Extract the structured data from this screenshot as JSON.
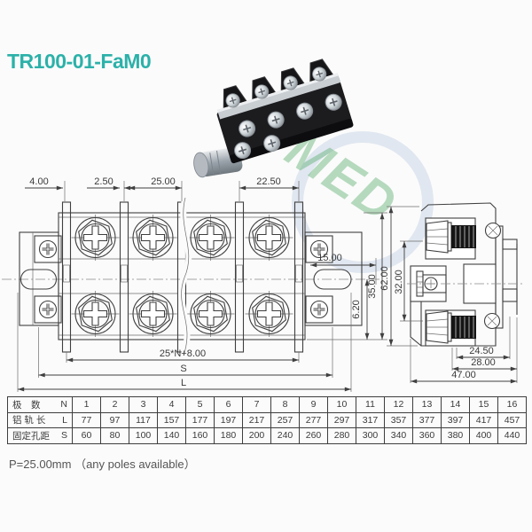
{
  "title": "TR100-01-FaM0",
  "title_color": "#2cb1a9",
  "watermark": {
    "text": "MED"
  },
  "front_view": {
    "dims": {
      "d_4": "4.00",
      "d_2_5": "2.50",
      "d_25": "25.00",
      "d_22_5": "22.50",
      "d_15": "15.00",
      "d_6_2": "6.20",
      "d_35": "35.00",
      "d_formula": "25*N+8.00",
      "d_s": "S",
      "d_l": "L"
    }
  },
  "side_view": {
    "dims": {
      "d_62": "62.00",
      "d_32": "32.00",
      "d_24_5": "24.50",
      "d_28": "28.00",
      "d_47": "47.00"
    }
  },
  "table": {
    "rows": [
      {
        "cn": "极　数",
        "key": "N",
        "values": [
          "1",
          "2",
          "3",
          "4",
          "5",
          "6",
          "7",
          "8",
          "9",
          "10",
          "11",
          "12",
          "13",
          "14",
          "15",
          "16"
        ]
      },
      {
        "cn": "铝 轨 长",
        "key": "L",
        "values": [
          "77",
          "97",
          "117",
          "157",
          "177",
          "197",
          "217",
          "257",
          "277",
          "297",
          "317",
          "357",
          "377",
          "397",
          "417",
          "457"
        ]
      },
      {
        "cn": "固定孔距",
        "key": "S",
        "values": [
          "60",
          "80",
          "100",
          "140",
          "160",
          "180",
          "200",
          "240",
          "260",
          "280",
          "300",
          "340",
          "360",
          "380",
          "400",
          "440"
        ]
      }
    ]
  },
  "footer": {
    "note": "P=25.00mm （any poles available）"
  }
}
